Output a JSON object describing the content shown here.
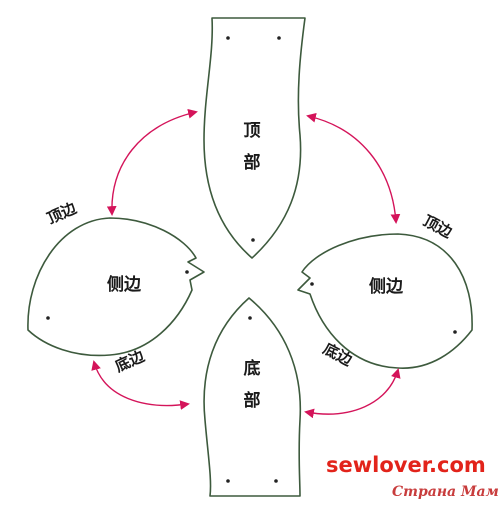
{
  "pieces": {
    "top": {
      "line1": "顶",
      "line2": "部"
    },
    "left": {
      "label": "侧边"
    },
    "right": {
      "label": "侧边"
    },
    "bottom": {
      "line1": "底",
      "line2": "部"
    }
  },
  "edge_labels": {
    "left_top": "顶边",
    "left_bottom": "底边",
    "right_top": "顶边",
    "right_bottom": "底边"
  },
  "brand": "sewlover.com",
  "watermark": "Страна Мам",
  "colors": {
    "outline": "#3d5a3d",
    "arrow": "#d4145a",
    "brand": "#e2231a",
    "watermark": "#c83c3c"
  }
}
